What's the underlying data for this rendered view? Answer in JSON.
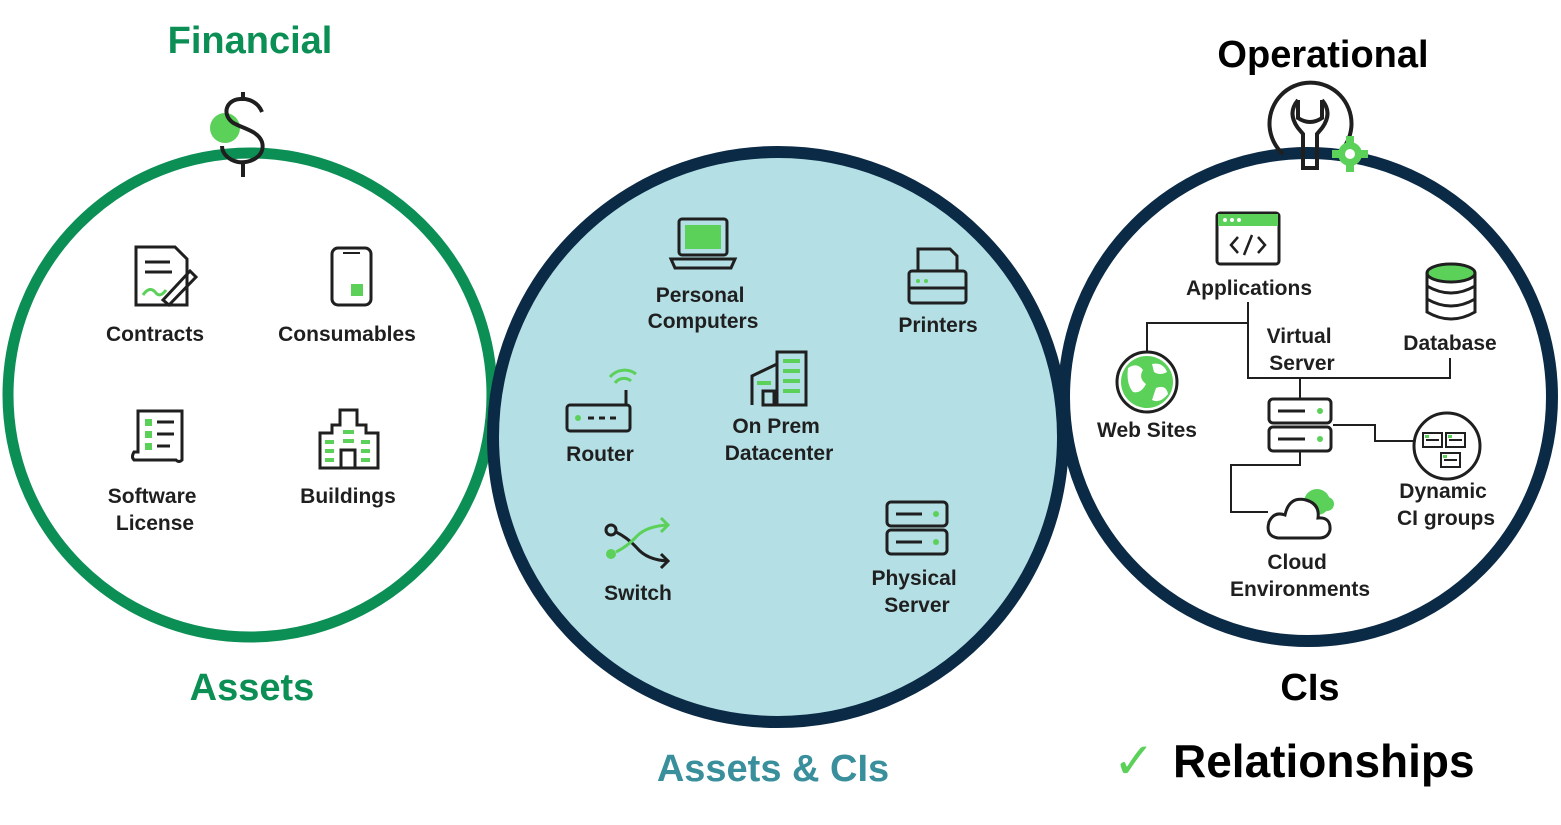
{
  "colors": {
    "financial_green": "#0b8f55",
    "accent_green": "#5bd15a",
    "navy": "#0b2a45",
    "center_fill": "#b4dfe5",
    "teal_text": "#3a8f9c",
    "icon_stroke": "#1f1f1f"
  },
  "financial": {
    "title": "Financial",
    "footer": "Assets",
    "icon": "dollar-icon",
    "items": [
      {
        "lines": [
          "Contracts"
        ],
        "icon": "contract-icon"
      },
      {
        "lines": [
          "Consumables"
        ],
        "icon": "mobile-icon"
      },
      {
        "lines": [
          "Software",
          "License"
        ],
        "icon": "license-icon"
      },
      {
        "lines": [
          "Buildings"
        ],
        "icon": "building-icon"
      }
    ]
  },
  "assets_cis": {
    "footer": "Assets & CIs",
    "items": [
      {
        "lines": [
          "Personal",
          "Computers"
        ],
        "icon": "laptop-icon"
      },
      {
        "lines": [
          "Printers"
        ],
        "icon": "printer-icon"
      },
      {
        "lines": [
          "Router"
        ],
        "icon": "router-icon"
      },
      {
        "lines": [
          "On Prem",
          "Datacenter"
        ],
        "icon": "datacenter-icon"
      },
      {
        "lines": [
          "Switch"
        ],
        "icon": "switch-icon"
      },
      {
        "lines": [
          "Physical",
          "Server"
        ],
        "icon": "server-icon"
      }
    ]
  },
  "operational": {
    "title": "Operational",
    "footer": "CIs",
    "icon": "wrench-gear-icon",
    "items": [
      {
        "lines": [
          "Applications"
        ],
        "icon": "app-window-icon"
      },
      {
        "lines": [
          "Database"
        ],
        "icon": "database-icon"
      },
      {
        "lines": [
          "Web Sites"
        ],
        "icon": "globe-icon"
      },
      {
        "lines": [
          "Virtual",
          "Server"
        ],
        "icon": "virtual-server-icon"
      },
      {
        "lines": [
          "Dynamic",
          "CI groups"
        ],
        "icon": "groups-icon"
      },
      {
        "lines": [
          "Cloud",
          "Environments"
        ],
        "icon": "cloud-icon"
      }
    ]
  },
  "relationships": {
    "check": "✓",
    "label": "Relationships"
  }
}
